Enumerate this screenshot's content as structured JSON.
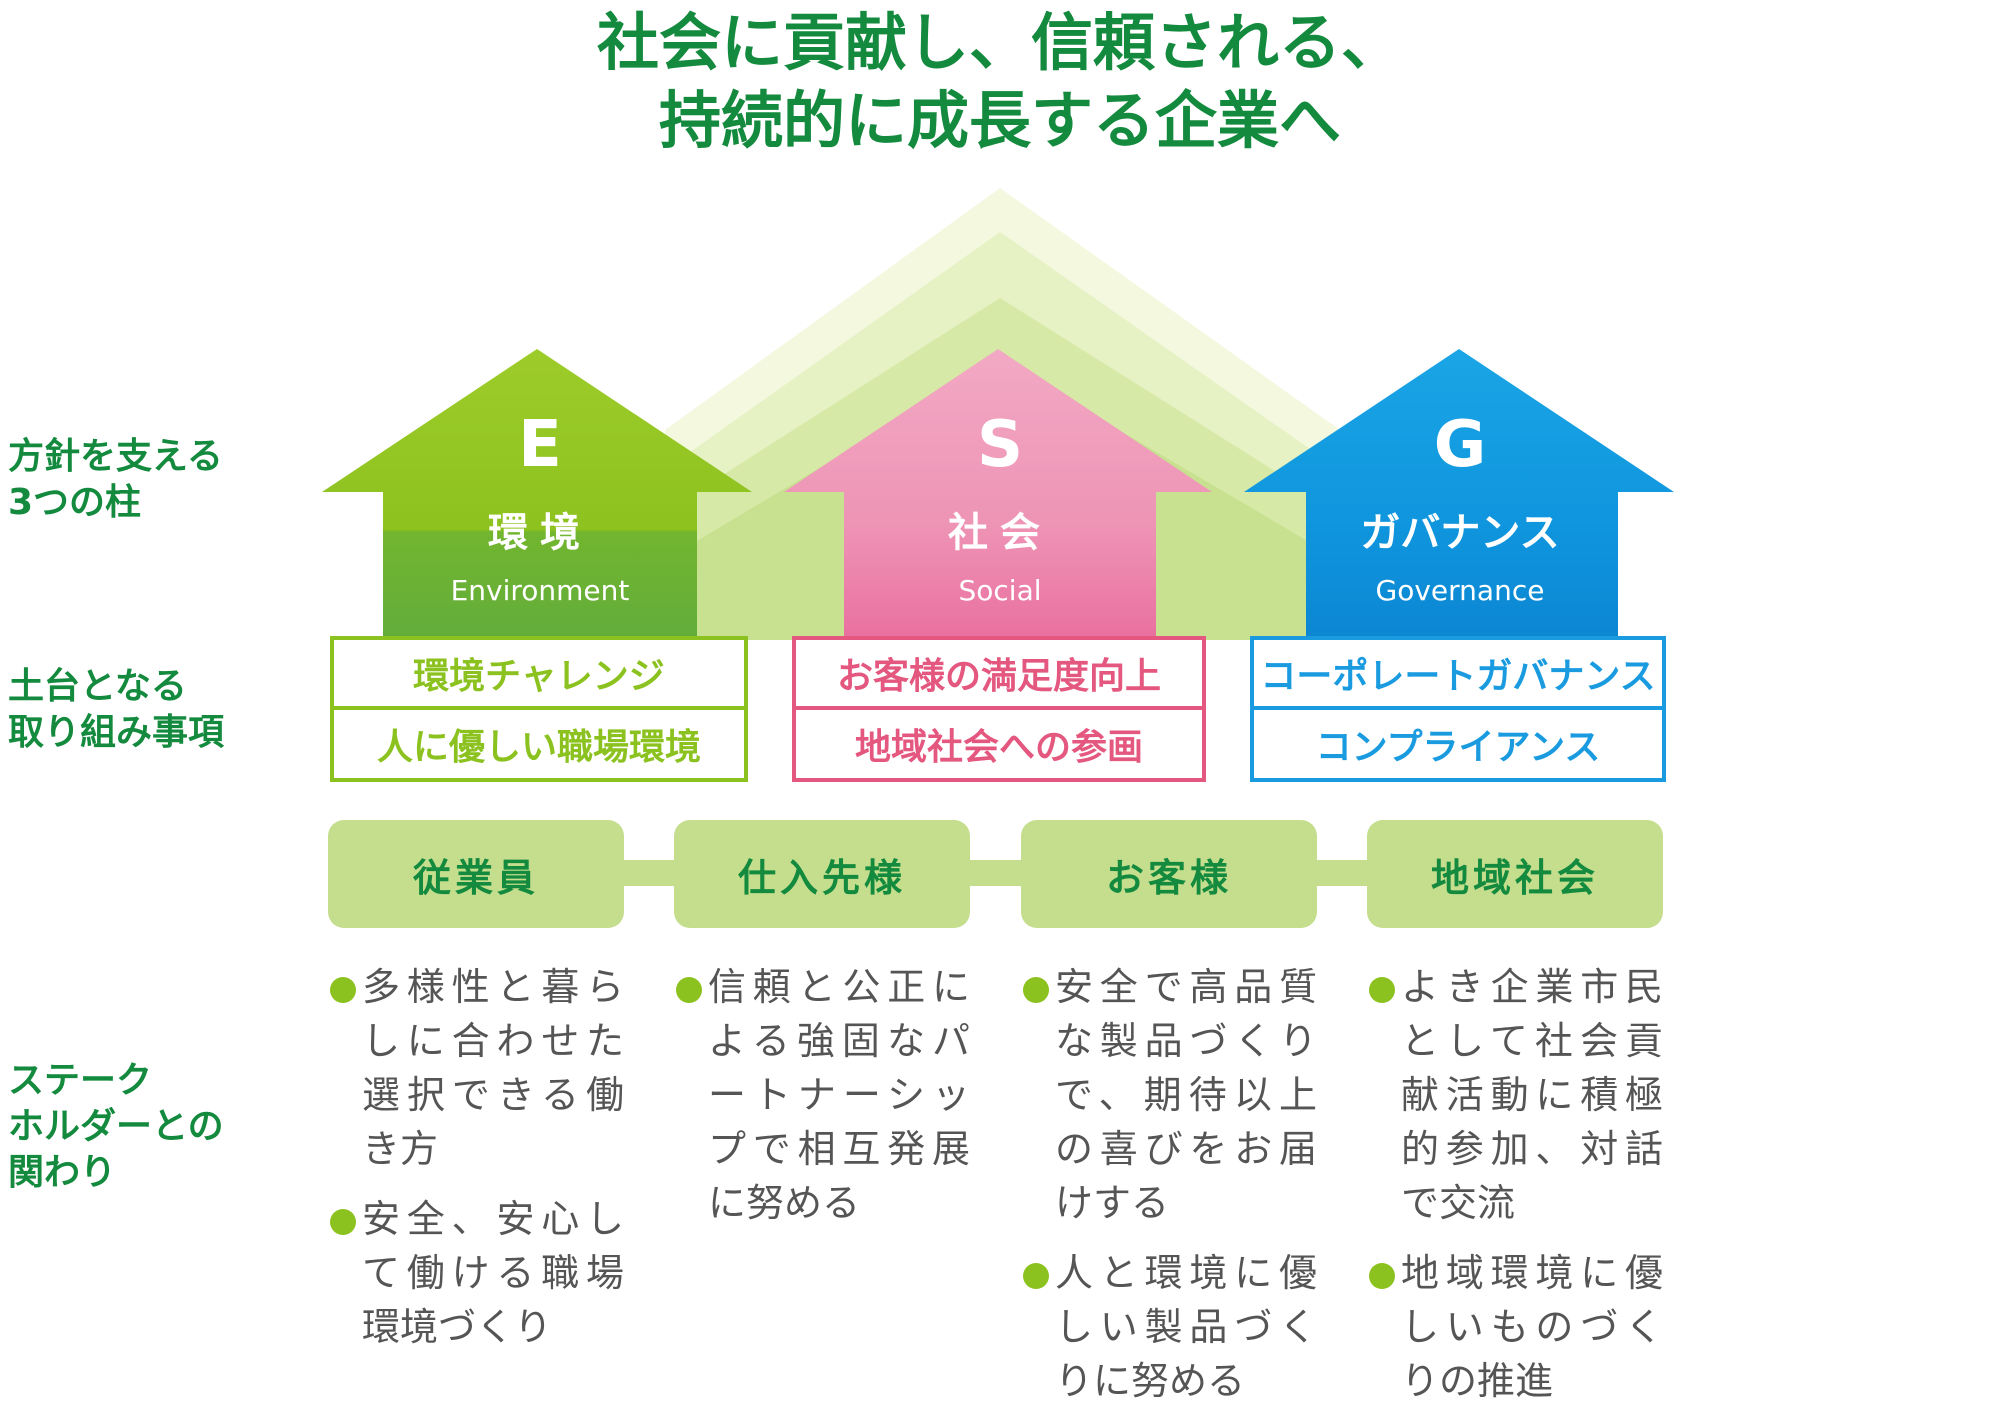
{
  "title": {
    "line1": "社会に貢献し、信頼される、",
    "line2": "持続的に成長する企業へ"
  },
  "row_labels": {
    "pillars": [
      "方針を支える",
      "3つの柱"
    ],
    "foundation": [
      "土台となる",
      "取り組み事項"
    ],
    "stakeholders": [
      "ステーク",
      "ホルダーとの",
      "関わり"
    ]
  },
  "colors": {
    "title_green": "#138a3d",
    "environment_green": "#8cc21f",
    "social_pink": "#e4577f",
    "governance_blue": "#1a9be0",
    "stakeholder_fill": "#c5de8e"
  },
  "pillars": [
    {
      "letter": "E",
      "name_jp": "環境",
      "name_en": "Environment",
      "initiatives": [
        "環境チャレンジ",
        "人に優しい職場環境"
      ]
    },
    {
      "letter": "S",
      "name_jp": "社会",
      "name_en": "Social",
      "initiatives": [
        "お客様の満足度向上",
        "地域社会への参画"
      ]
    },
    {
      "letter": "G",
      "name_jp": "ガバナンス",
      "name_en": "Governance",
      "initiatives": [
        "コーポレートガバナンス",
        "コンプライアンス"
      ]
    }
  ],
  "stakeholders": [
    {
      "name": "従業員",
      "items": [
        "多様性と暮らしに合わせた選択できる働き方",
        "安全、安心して働ける職場環境づくり"
      ]
    },
    {
      "name": "仕入先様",
      "items": [
        "信頼と公正による強固なパートナーシップで相互発展に努める"
      ]
    },
    {
      "name": "お客様",
      "items": [
        "安全で高品質な製品づくりで、期待以上の喜びをお届けする",
        "人と環境に優しい製品づくりに努める"
      ]
    },
    {
      "name": "地域社会",
      "items": [
        "よき企業市民として社会貢献活動に積極的参加、対話で交流",
        "地域環境に優しいものづくりの推進"
      ]
    }
  ]
}
